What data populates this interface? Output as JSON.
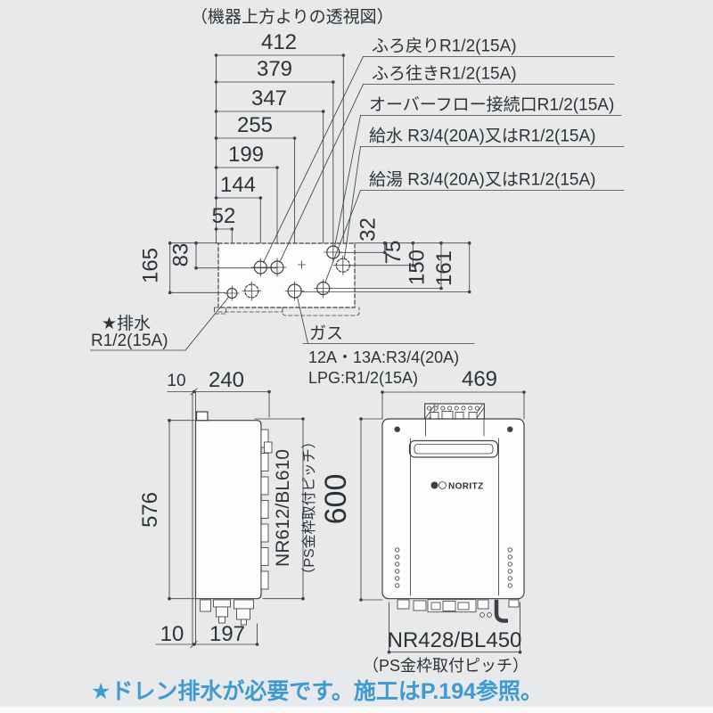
{
  "title": "（機器上方よりの透視図）",
  "colors": {
    "background": "#e7e9ea",
    "line": "#3d4145",
    "note_text": "#3d9ad3"
  },
  "top_view": {
    "width_dims": [
      "412",
      "379",
      "347",
      "255",
      "199",
      "144",
      "52"
    ],
    "left_dims": [
      "165",
      "83"
    ],
    "right_dims": [
      "32",
      "75",
      "150",
      "161"
    ],
    "connection_labels": [
      "ふろ戻りR1/2(15A)",
      "ふろ往きR1/2(15A)",
      "オーバーフロー接続口R1/2(15A)",
      "給水 R3/4(20A)又はR1/2(15A)",
      "給湯 R3/4(20A)又はR1/2(15A)"
    ],
    "drain_label": [
      "★排水",
      "R1/2(15A)"
    ],
    "gas_label": [
      "ガス",
      "12A・13A:R3/4(20A)",
      "LPG:R1/2(15A)"
    ]
  },
  "side_view": {
    "gap_top": "10",
    "depth": "240",
    "height": "576",
    "gap_bottom": "10",
    "pipe_depth": "197",
    "mount_pitch": "NR612/BL610",
    "mount_pitch_note": "（PS金枠取付ピッチ）"
  },
  "front_view": {
    "width": "469",
    "height": "600",
    "brand": "NORITZ",
    "mount_pitch": "NR428/BL450",
    "mount_pitch_note": "（PS金枠取付ピッチ）"
  },
  "footer_note": "★ドレン排水が必要です。施工はP.194参照。"
}
